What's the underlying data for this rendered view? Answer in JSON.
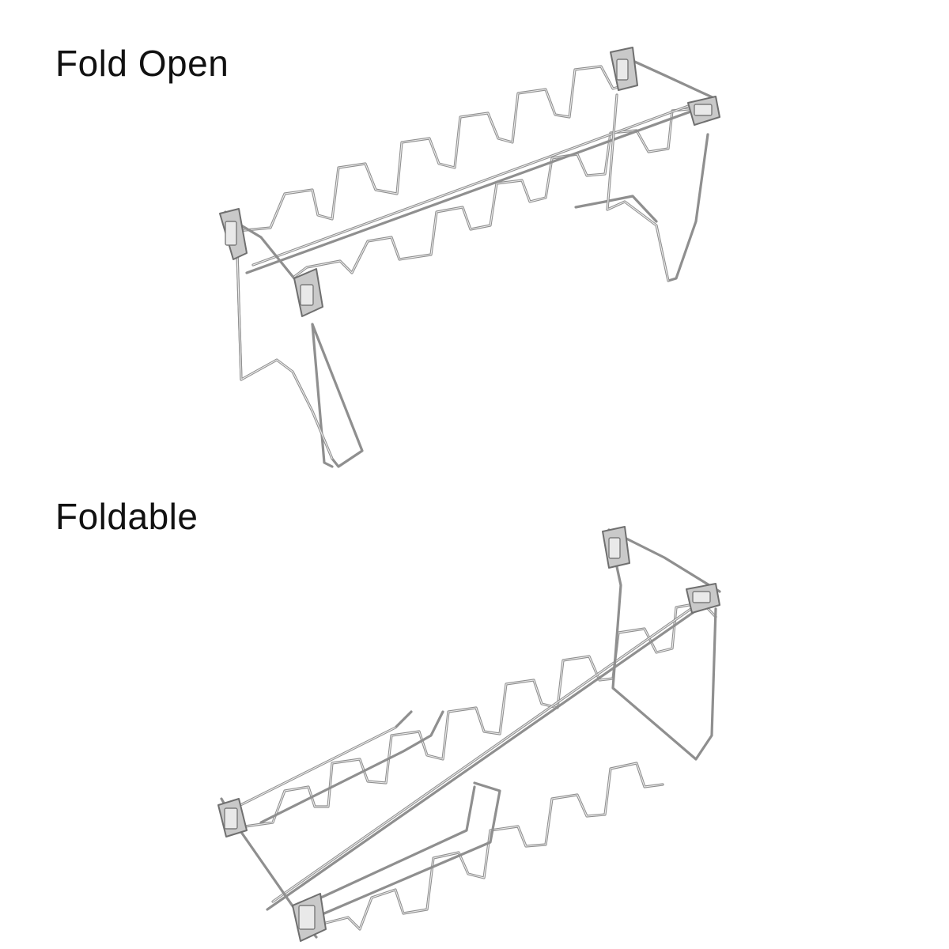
{
  "labels": {
    "open": "Fold Open",
    "folded": "Foldable"
  },
  "illustrations": {
    "open_rack": "wing-rack-open",
    "folded_rack": "wing-rack-folded"
  },
  "colors": {
    "background": "#ffffff",
    "text": "#111111",
    "wire": "#8f8f8f"
  }
}
